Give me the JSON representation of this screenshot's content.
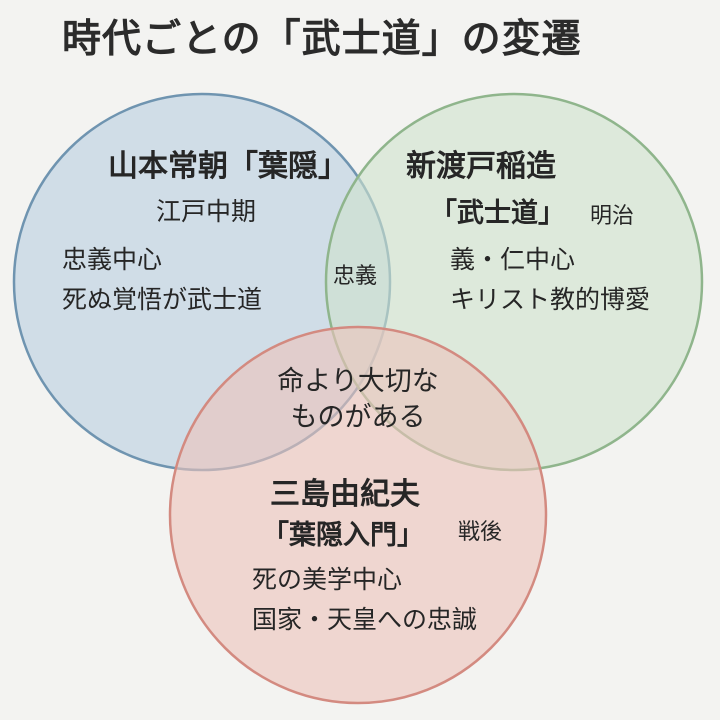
{
  "title": "時代ごとの「武士道」の変遷",
  "colors": {
    "background": "#f3f3f1",
    "circle_yamamoto_fill": "#c4d6e3",
    "circle_yamamoto_stroke": "#6f94b0",
    "circle_nitobe_fill": "#cfe3cd",
    "circle_nitobe_stroke": "#8fb58c",
    "circle_mishima_fill": "#ecc3bb",
    "circle_mishima_stroke": "#d38a80"
  },
  "circles": {
    "yamamoto": {
      "name": "山本常朝「葉隠」",
      "era": "江戸中期",
      "points": [
        "忠義中心",
        "死ぬ覚悟が武士道"
      ]
    },
    "nitobe": {
      "name": "新渡戸稲造",
      "work": "「武士道」",
      "era": "明治",
      "points": [
        "義・仁中心",
        "キリスト教的博愛"
      ]
    },
    "mishima": {
      "name": "三島由紀夫",
      "work": "「葉隠入門」",
      "era": "戦後",
      "points": [
        "死の美学中心",
        "国家・天皇への忠誠"
      ]
    }
  },
  "overlaps": {
    "yamamoto_nitobe": "忠義",
    "center": [
      "命より大切な",
      "ものがある"
    ]
  }
}
